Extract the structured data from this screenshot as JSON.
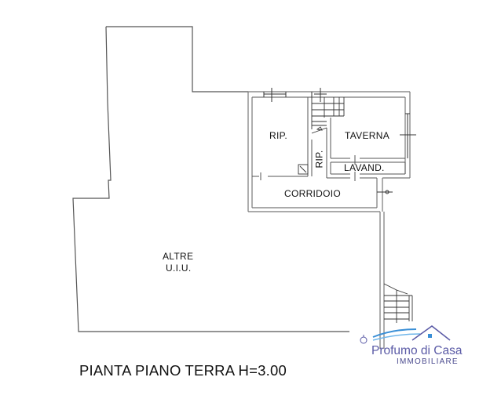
{
  "plan": {
    "title": "PIANTA PIANO TERRA H=3.00",
    "rooms": [
      {
        "id": "rip-1",
        "label": "RIP."
      },
      {
        "id": "taverna",
        "label": "TAVERNA"
      },
      {
        "id": "rip-2",
        "label": "RIP."
      },
      {
        "id": "lavanderia",
        "label": "LAVAND."
      },
      {
        "id": "corridoio",
        "label": "CORRIDOIO"
      },
      {
        "id": "altre-uiu-line1",
        "label": "ALTRE"
      },
      {
        "id": "altre-uiu-line2",
        "label": "U.I.U."
      }
    ],
    "colors": {
      "wall": "#7a7a7a",
      "line": "#333333",
      "logo_primary": "#5a5aa6",
      "logo_wave": "#3a8fd6"
    }
  },
  "logo": {
    "name": "Profumo di Casa",
    "subtitle": "IMMOBILIARE"
  }
}
